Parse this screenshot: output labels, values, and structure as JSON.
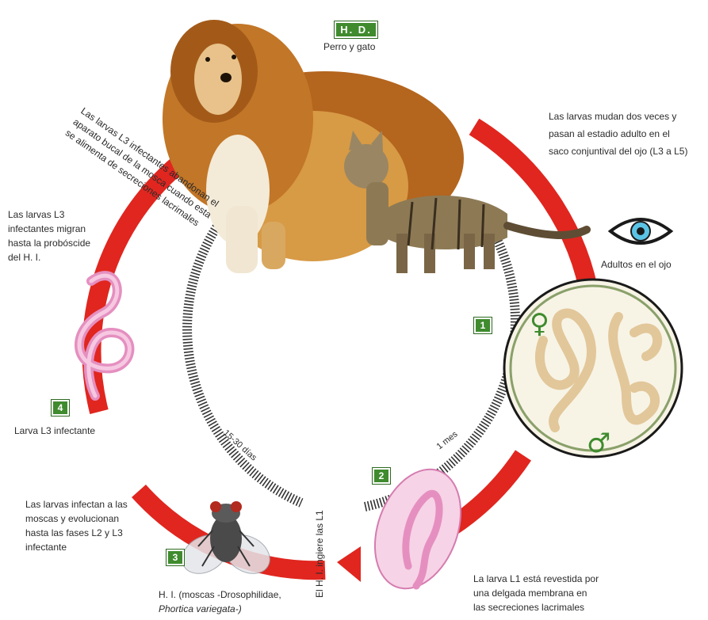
{
  "host": {
    "badge": "H. D.",
    "label": "Perro y gato"
  },
  "notes": {
    "top_right": [
      "Las larvas mudan dos veces y",
      "pasan al estadio adulto en el",
      "saco conjuntival del ojo (L3 a L5)"
    ],
    "adults_eye": "Adultos en el ojo",
    "left_migrate": [
      "Las larvas L3",
      "infectantes migran",
      "hasta la probóscide",
      "del H. I."
    ],
    "diagonal_leave": [
      "Las larvas L3 infectantes abandonan el",
      "aparato bucal de la mosca cuando esta",
      "se alimenta de secreciones lacrimales"
    ],
    "larva_l3": "Larva L3 infectante",
    "flies_evolve": [
      "Las larvas infectan a las",
      "moscas y evolucionan",
      "hasta las fases L2 y L3",
      "infectante"
    ],
    "intermediate_host": "H. I. (moscas -Drosophilidae,",
    "intermediate_species": "Phortica variegata-)",
    "ingest": "El H. I. ingiere las L1",
    "membrane": [
      "La larva L1 está revestida por",
      "una delgada membrana en",
      "las secreciones lacrimales"
    ],
    "time_15_30": "15-30 días",
    "time_1_mes": "1 mes"
  },
  "steps": [
    "1",
    "2",
    "3",
    "4"
  ],
  "symbols": {
    "female": "♀",
    "male": "♂"
  },
  "colors": {
    "cycle_red": "#e0261f",
    "badge_green": "#3f8b2e",
    "worm": "#e2c79a",
    "larva_pink": "#e58fc0",
    "eye_blue": "#5bc4e6"
  }
}
